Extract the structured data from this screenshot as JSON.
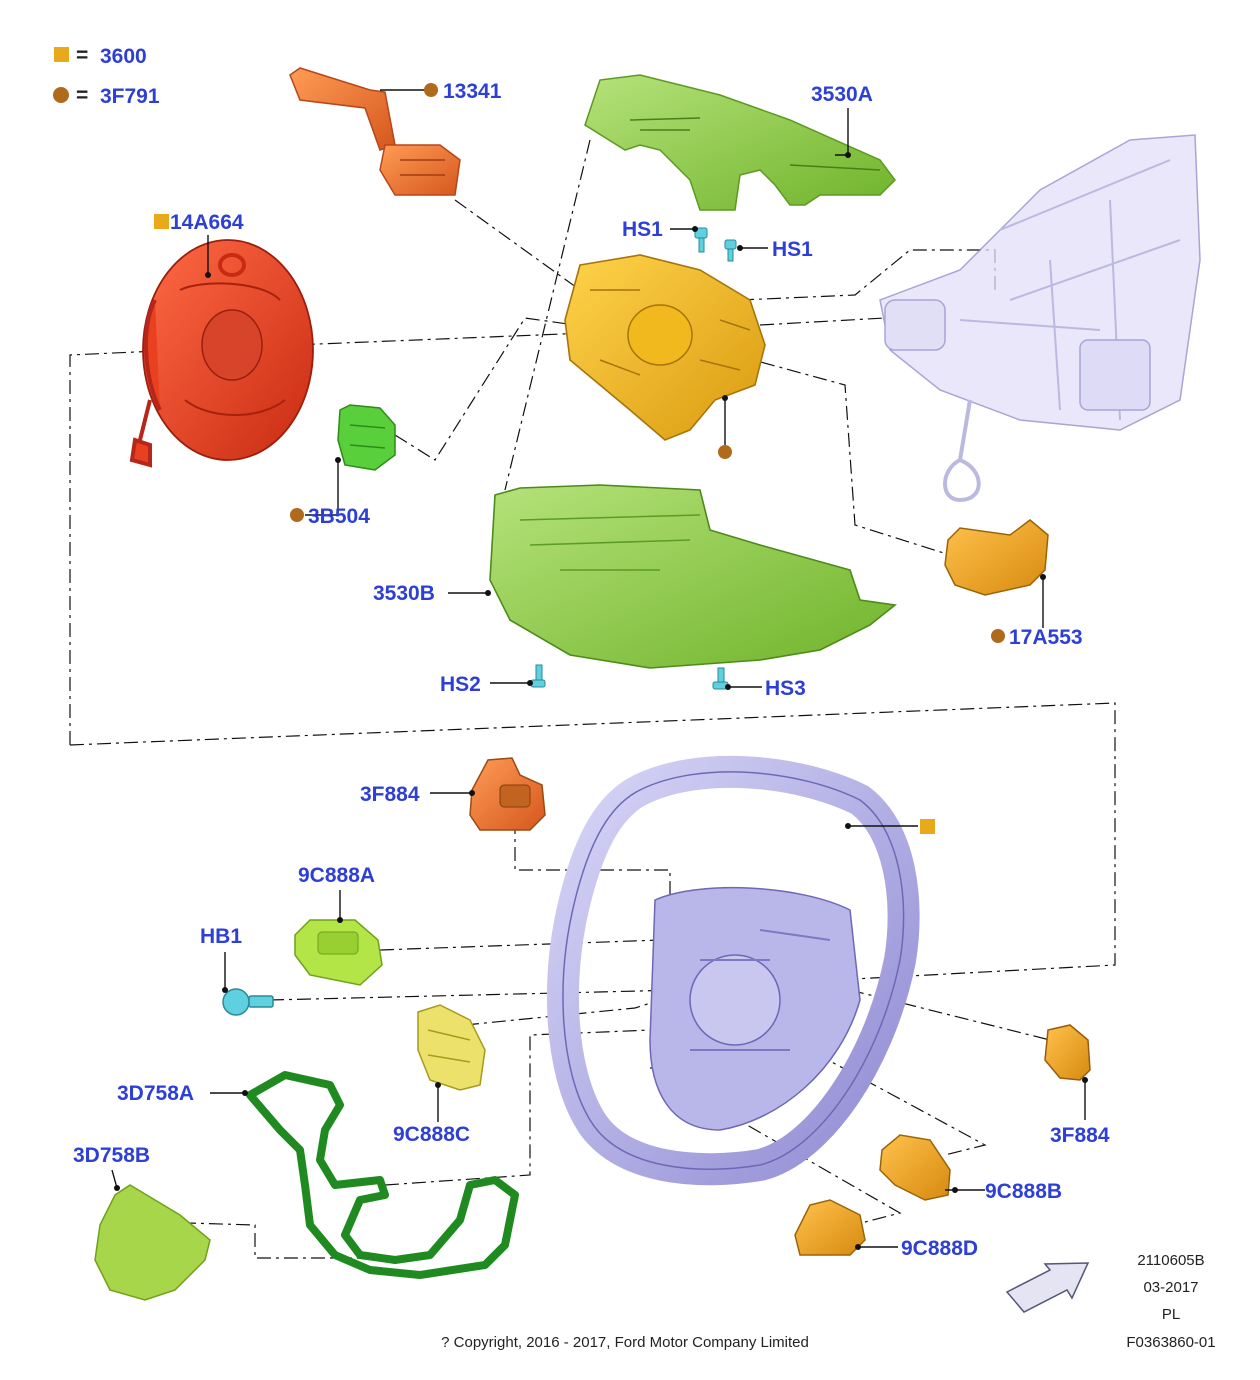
{
  "legend": {
    "square_label": "3600",
    "circle_label": "3F791",
    "equals": "="
  },
  "parts": {
    "p13341": "13341",
    "p3530A": "3530A",
    "p14A664": "14A664",
    "pHS1a": "HS1",
    "pHS1b": "HS1",
    "p3B504": "3B504",
    "p3530B": "3530B",
    "p17A553": "17A553",
    "pHS2": "HS2",
    "pHS3": "HS3",
    "p3F884a": "3F884",
    "p9C888A": "9C888A",
    "pHB1": "HB1",
    "p3D758A": "3D758A",
    "p9C888C": "9C888C",
    "p3D758B": "3D758B",
    "p3F884b": "3F884",
    "p9C888B": "9C888B",
    "p9C888D": "9C888D"
  },
  "footer": {
    "copyright": "? Copyright, 2016 - 2017, Ford Motor Company Limited",
    "code1": "2110605B",
    "date": "03-2017",
    "lang": "PL",
    "figure": "F0363860-01"
  },
  "colors": {
    "label": "#2e3fd6",
    "square": "#e8a91b",
    "circle": "#b06a1c",
    "green_shroud": "#8fcf3c",
    "clockspring": "#e8411f",
    "wheel": "#b9b6ea"
  }
}
